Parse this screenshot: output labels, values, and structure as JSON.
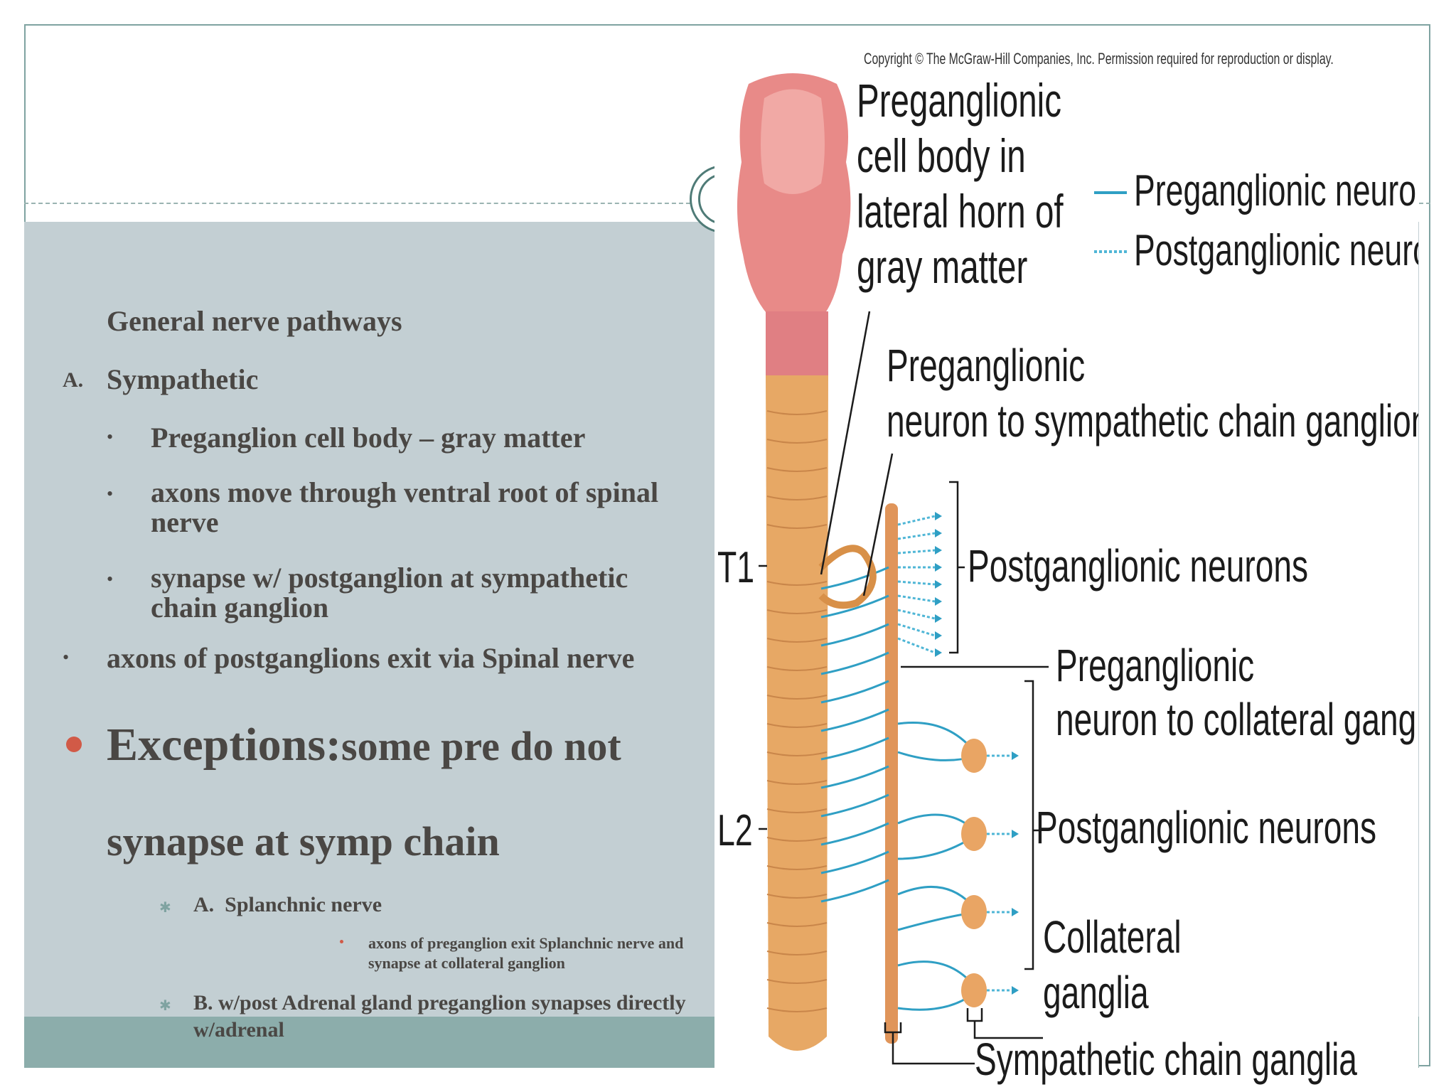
{
  "slide": {
    "heading": "General nerve pathways",
    "section_a_marker": "A.",
    "section_a_title": "Sympathetic",
    "sub_bullets": [
      "Preganglion cell body – gray matter",
      "axons move through ventral root of spinal nerve",
      "synapse w/ postganglion at sympathetic chain ganglion"
    ],
    "bullet_exit": "axons of postganglions exit via Spinal nerve",
    "exceptions_big": "Exceptions:",
    "exceptions_rest": "some pre do not",
    "exceptions_line2": "synapse at symp chain",
    "splanchnic_label": "A.  Splanchnic nerve",
    "splanchnic_detail_1": "axons of preganglion exit Splanchnic nerve and",
    "splanchnic_detail_2": "synapse at collateral ganglion",
    "adrenal_line_1": "B. w/post Adrenal gland preganglion synapses directly",
    "adrenal_line_2": "w/adrenal"
  },
  "figure": {
    "copyright": "Copyright © The McGraw-Hill Companies, Inc. Permission required for reproduction or display.",
    "cell_body_label": [
      "Preganglionic",
      "cell body in",
      "lateral horn of",
      "gray matter"
    ],
    "legend_pre": "Preganglionic neuron",
    "legend_post": "Postganglionic neuron",
    "pre_to_chain": [
      "Preganglionic",
      "neuron to sympathetic chain ganglion"
    ],
    "t1_label": "T1",
    "l2_label": "L2",
    "post_neurons_upper": "Postganglionic neurons",
    "pre_to_collateral": [
      "Preganglionic",
      "neuron to collateral ganglion"
    ],
    "post_neurons_lower": "Postganglionic neurons",
    "collateral_ganglia": [
      "Collateral",
      "ganglia"
    ],
    "symp_chain_ganglia": "Sympathetic chain ganglia",
    "colors": {
      "panel": "#c3cfd3",
      "text": "#4a4744",
      "accent_red": "#d15a47",
      "neuron_blue": "#2f9fc4",
      "cord_orange": "#e7a865",
      "brain_pink": "#e88a88"
    }
  }
}
